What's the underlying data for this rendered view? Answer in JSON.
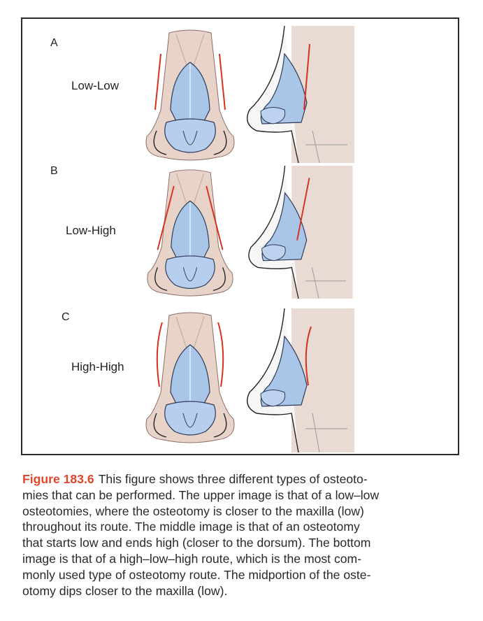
{
  "panels": [
    {
      "letter": "A",
      "label": "Low-Low"
    },
    {
      "letter": "B",
      "label": "Low-High"
    },
    {
      "letter": "C",
      "label": "High-High"
    }
  ],
  "caption": {
    "figure_ref": "Figure 183.6",
    "lines": [
      "This figure shows three different types of osteoto-",
      "mies that can be performed. The upper image is that of a low–low",
      "osteotomies, where the osteotomy is closer to the maxilla (low)",
      "throughout its route. The middle image is that of an osteotomy",
      "that starts low and ends high (closer to the dorsum). The bottom",
      "image is that of a high–low–high route, which is the most com-",
      "monly used type of osteotomy route. The midportion of the oste-",
      "otomy dips closer to the maxilla (low)."
    ]
  },
  "colors": {
    "accent": "#e1452c",
    "cartilage": "#a9c6e8",
    "osteotomy_line": "#d6321e",
    "skin": "#e4c6c3"
  }
}
